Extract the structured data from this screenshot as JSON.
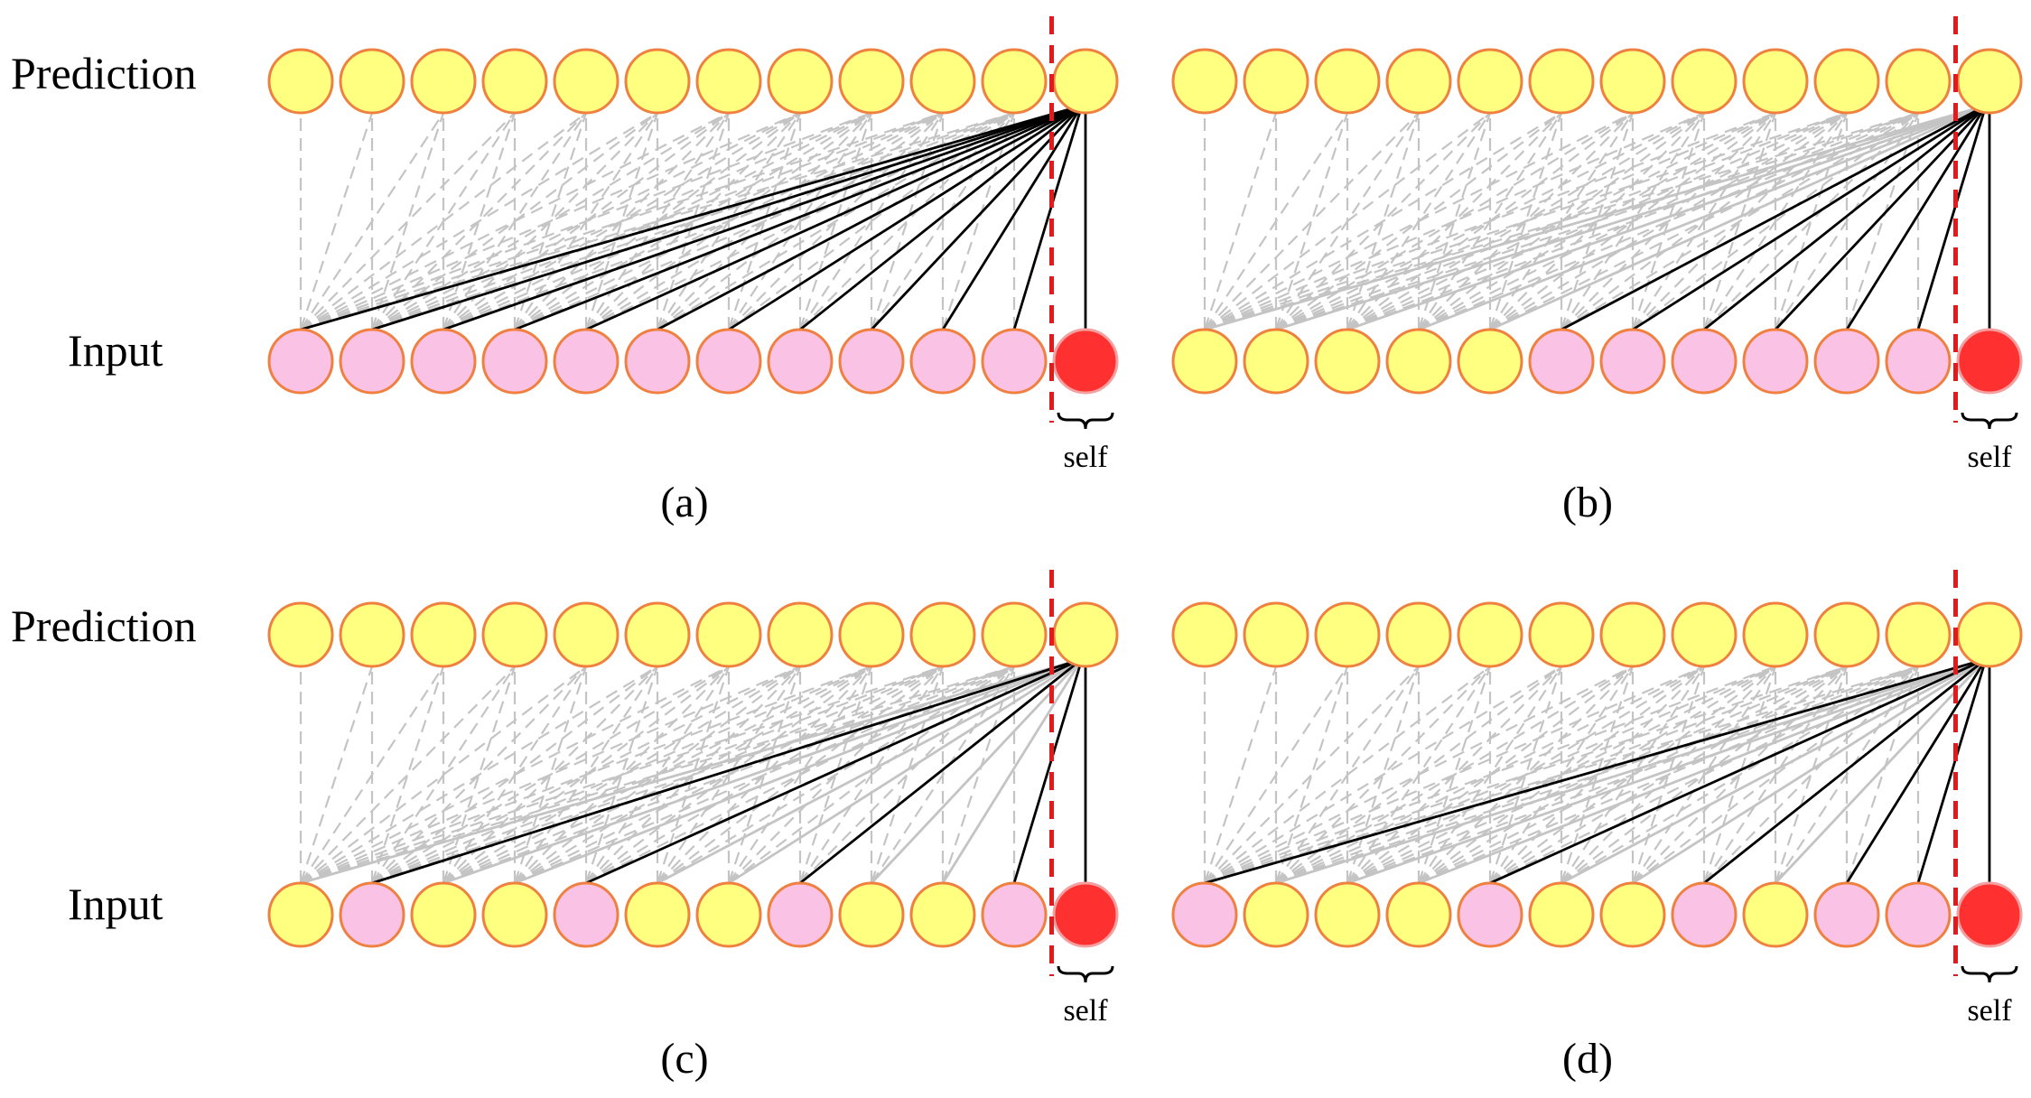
{
  "row_labels": {
    "prediction": "Prediction",
    "input": "Input"
  },
  "self_label": "self",
  "colors": {
    "prediction_node": "#ffff80",
    "input_yellow": "#ffff80",
    "input_pink": "#fac3e6",
    "self_node": "#ff3030",
    "node_stroke": "#f08040",
    "active_link": "#000000",
    "inactive_link": "#c4c4c4",
    "self_boundary": "#e31a1c"
  },
  "panels": [
    {
      "caption": "(a)",
      "input_colors": [
        "pink",
        "pink",
        "pink",
        "pink",
        "pink",
        "pink",
        "pink",
        "pink",
        "pink",
        "pink",
        "pink",
        "self"
      ],
      "active_sources": [
        0,
        1,
        2,
        3,
        4,
        5,
        6,
        7,
        8,
        9,
        10,
        11
      ]
    },
    {
      "caption": "(b)",
      "input_colors": [
        "yellow",
        "yellow",
        "yellow",
        "yellow",
        "yellow",
        "pink",
        "pink",
        "pink",
        "pink",
        "pink",
        "pink",
        "self"
      ],
      "active_sources": [
        5,
        6,
        7,
        8,
        9,
        10,
        11
      ]
    },
    {
      "caption": "(c)",
      "input_colors": [
        "yellow",
        "pink",
        "yellow",
        "yellow",
        "pink",
        "yellow",
        "yellow",
        "pink",
        "yellow",
        "yellow",
        "pink",
        "self"
      ],
      "active_sources": [
        1,
        4,
        7,
        10,
        11
      ]
    },
    {
      "caption": "(d)",
      "input_colors": [
        "pink",
        "yellow",
        "yellow",
        "yellow",
        "pink",
        "yellow",
        "yellow",
        "pink",
        "yellow",
        "pink",
        "pink",
        "self"
      ],
      "active_sources": [
        0,
        4,
        7,
        9,
        10,
        11
      ]
    }
  ]
}
